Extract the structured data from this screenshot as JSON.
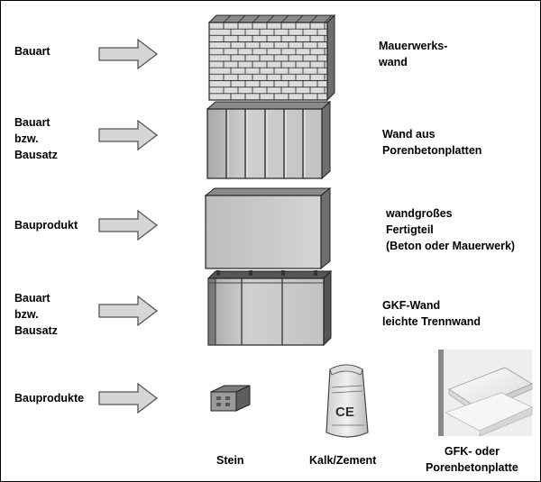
{
  "left_labels": [
    "Bauart",
    "Bauart\nbzw.\nBausatz",
    "Bauprodukt",
    "Bauart\nbzw.\nBausatz",
    "Bauprodukte"
  ],
  "right_labels": [
    "Mauerwerks-\nwand",
    "Wand aus\nPorenbetonplatten",
    "wandgroßes\nFertigteil\n(Beton oder Mauerwerk)",
    "GKF-Wand\nleichte Trennwand"
  ],
  "bottom_labels": [
    "Stein",
    "Kalk/Zement",
    "GFK- oder\nPorenbetonplatte"
  ],
  "bag_text": "CE",
  "colors": {
    "arrow_fill": "#d6d6d6",
    "arrow_stroke": "#555555",
    "wall_front": "#c4c4c4",
    "wall_top": "#8a8a8a",
    "wall_side": "#6e6e6e",
    "frame": "#000000"
  }
}
